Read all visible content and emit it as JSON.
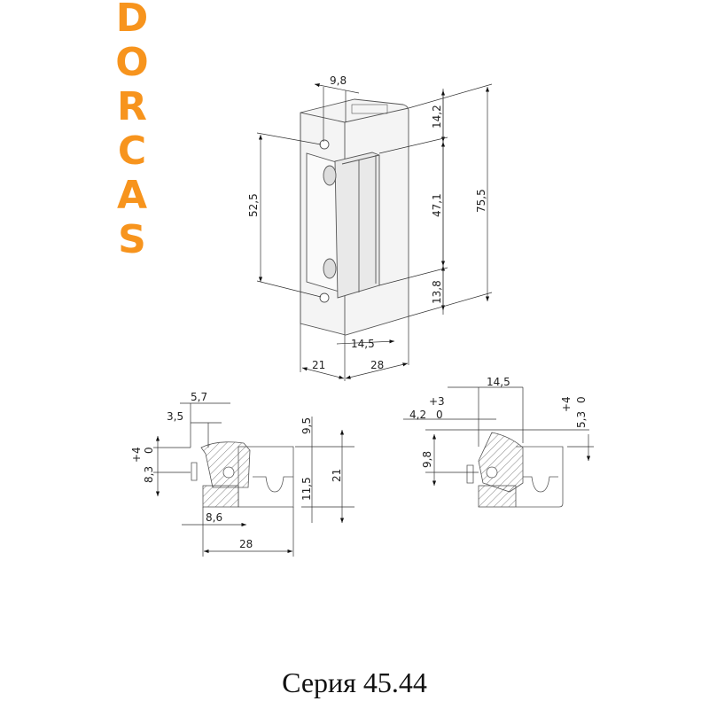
{
  "logo": {
    "letters": [
      "D",
      "O",
      "R",
      "C",
      "A",
      "S"
    ],
    "color": "#f7941d"
  },
  "iso_view": {
    "dims": {
      "top_depth": "9,8",
      "left_height": "52,5",
      "top_offset": "14,2",
      "middle": "47,1",
      "bottom_offset": "13,8",
      "total_height": "75,5",
      "latch_width": "14,5",
      "side_width": "21",
      "front_width": "28"
    }
  },
  "section_left": {
    "dims": {
      "d57": "5,7",
      "d35": "3,5",
      "tol_plus": "+4",
      "tol_zero": "0",
      "d83": "8,3",
      "d95": "9,5",
      "d115": "11,5",
      "d21": "21",
      "d86": "8,6",
      "d28": "28"
    }
  },
  "section_right": {
    "dims": {
      "d145": "14,5",
      "tol3_plus": "+3",
      "d42": "4,2",
      "tol3_zero": "0",
      "tol4_plus": "+4",
      "tol4_zero": "0",
      "d53": "5,3",
      "d98": "9,8"
    }
  },
  "caption": "Серия 45.44"
}
